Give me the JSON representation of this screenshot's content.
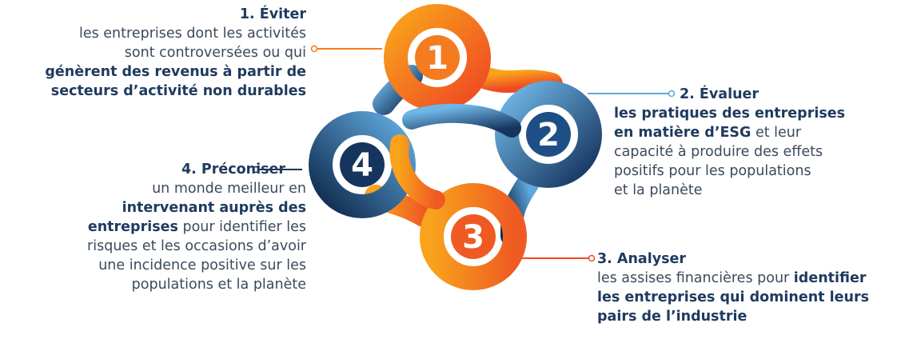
{
  "colors": {
    "orange": "#F47B20",
    "orange_light": "#F9A21B",
    "red_orange": "#EF4A23",
    "navy": "#16355E",
    "blue": "#2A6FB0",
    "light_blue": "#5FA8DC",
    "text": "#3b4a5c",
    "title": "#1f3a5f"
  },
  "steps": [
    {
      "number": "1",
      "title": "1. Éviter",
      "lines": [
        [
          {
            "t": "les entreprises dont les activités",
            "b": false
          }
        ],
        [
          {
            "t": "sont controversées ou qui",
            "b": false
          }
        ],
        [
          {
            "t": "génèrent des revenus à partir de",
            "b": true
          }
        ],
        [
          {
            "t": "secteurs d’activité non durables",
            "b": true
          }
        ]
      ]
    },
    {
      "number": "2",
      "title": "2. Évaluer",
      "lines": [
        [
          {
            "t": "les pratiques des entreprises",
            "b": true
          }
        ],
        [
          {
            "t": "en matière d’ESG",
            "b": true
          },
          {
            "t": " et leur",
            "b": false
          }
        ],
        [
          {
            "t": "capacité à produire des effets",
            "b": false
          }
        ],
        [
          {
            "t": "positifs pour les populations",
            "b": false
          }
        ],
        [
          {
            "t": "et la planète",
            "b": false
          }
        ]
      ]
    },
    {
      "number": "3",
      "title": "3. Analyser",
      "lines": [
        [
          {
            "t": "les assises financières pour ",
            "b": false
          },
          {
            "t": "identifier",
            "b": true
          }
        ],
        [
          {
            "t": "les entreprises qui dominent leurs",
            "b": true
          }
        ],
        [
          {
            "t": "pairs de l’industrie",
            "b": true
          }
        ]
      ]
    },
    {
      "number": "4",
      "title": "4. Préconiser",
      "lines": [
        [
          {
            "t": "un monde meilleur en",
            "b": false
          }
        ],
        [
          {
            "t": "intervenant auprès des",
            "b": true
          }
        ],
        [
          {
            "t": "entreprises",
            "b": true
          },
          {
            "t": " pour identifier les",
            "b": false
          }
        ],
        [
          {
            "t": "risques et les occasions d’avoir",
            "b": false
          }
        ],
        [
          {
            "t": "une incidence positive sur les",
            "b": false
          }
        ],
        [
          {
            "t": "populations et la planète",
            "b": false
          }
        ]
      ]
    }
  ]
}
